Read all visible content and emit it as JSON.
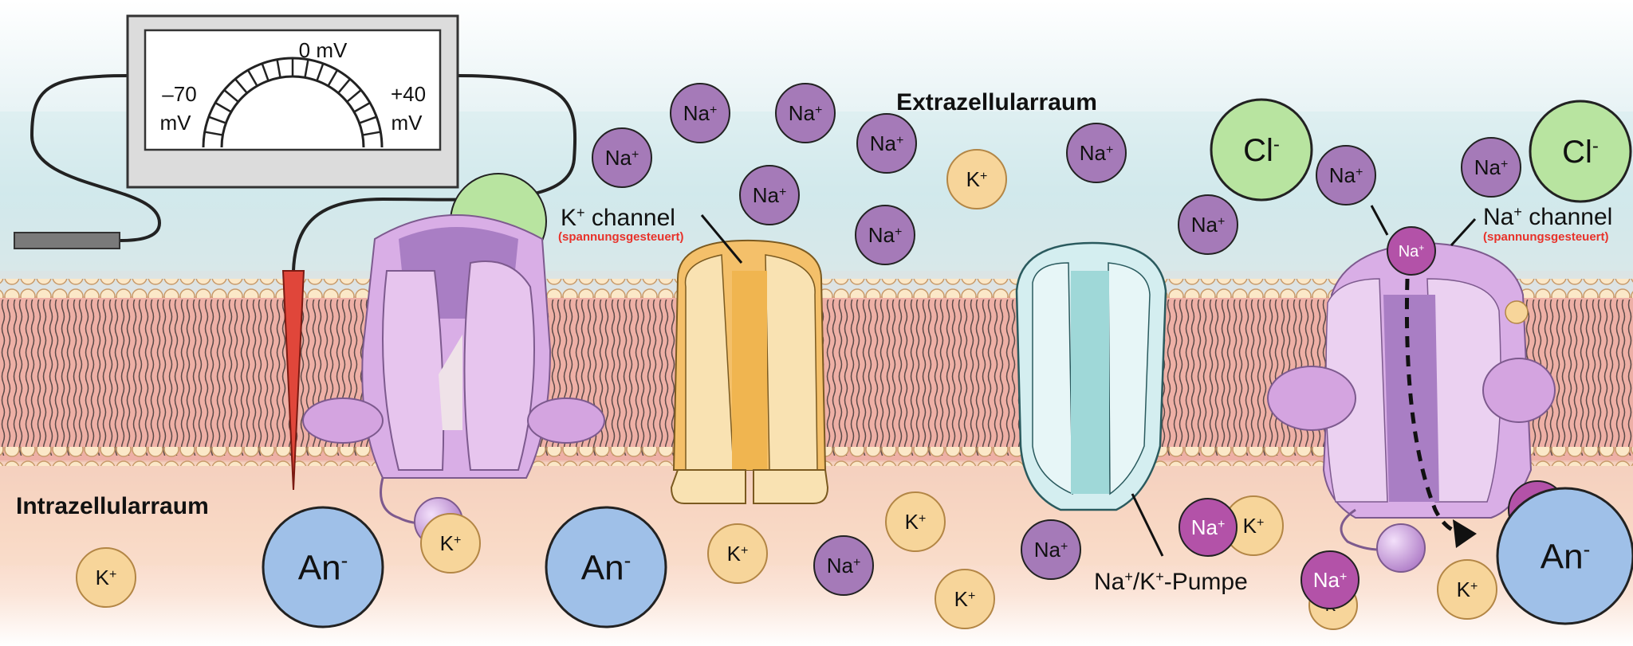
{
  "regions": {
    "extracellular": "Extrazellularraum",
    "intracellular": "Intrazellularraum"
  },
  "voltmeter": {
    "zero": "0 mV",
    "neg_value": "–70",
    "neg_unit": "mV",
    "pos_value": "+40",
    "pos_unit": "mV"
  },
  "channels": {
    "k_channel": {
      "label": "K",
      "sup": "+",
      "suffix": " channel",
      "note": "(spannungsgesteuert)"
    },
    "na_channel": {
      "label": "Na",
      "sup": "+",
      "suffix": " channel",
      "note": "(spannungsgesteuert)"
    },
    "pump": {
      "label_a": "Na",
      "sup_a": "+",
      "mid": "/K",
      "sup_b": "+",
      "suffix": "-Pumpe"
    }
  },
  "ions": {
    "na": {
      "symbol": "Na",
      "charge": "+"
    },
    "k": {
      "symbol": "K",
      "charge": "+"
    },
    "cl": {
      "symbol": "Cl",
      "charge": "-"
    },
    "an": {
      "symbol": "An",
      "charge": "-"
    }
  },
  "colors": {
    "na_fill": "#a57ab8",
    "na_pink_fill": "#b352a8",
    "k_fill": "#f7d59a",
    "cl_fill": "#b8e4a0",
    "an_fill": "#9fc0e8",
    "k_channel": "#f4c06a",
    "na_channel": "#d9aee6",
    "pump": "#d4eef0",
    "probe": "#e0463a",
    "label_red": "#e8322a"
  }
}
